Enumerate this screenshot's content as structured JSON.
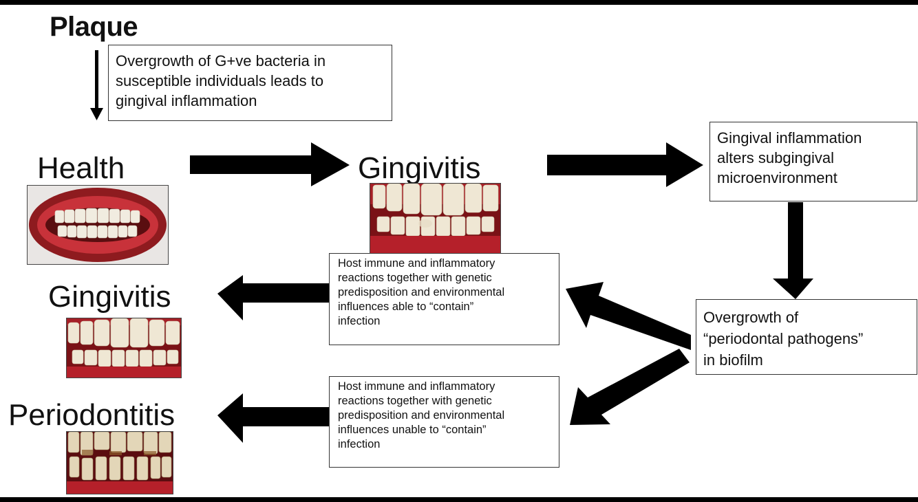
{
  "title": "Plaque",
  "stages": {
    "health": "Health",
    "gingivitis_top": "Gingivitis",
    "gingivitis_left": "Gingivitis",
    "periodontitis": "Periodontitis"
  },
  "boxes": {
    "plaque_note": "Overgrowth of G+ve bacteria in\nsusceptible individuals leads to\ngingival inflammation",
    "microenvironment": "Gingival inflammation\nalters subgingival\nmicroenvironment",
    "pathogens": "Overgrowth of\n“periodontal pathogens”\nin biofilm",
    "contain": "Host immune and inflammatory\nreactions together with genetic\npredisposition and environmental\ninfluences able to “contain”\ninfection",
    "unable_contain": "Host immune and inflammatory\nreactions together with genetic\npredisposition and environmental\ninfluences unable to “contain”\ninfection"
  },
  "colors": {
    "arrow": "#000000",
    "gum": "#b5202a",
    "tooth": "#efe7d4",
    "frame": "#000000"
  }
}
